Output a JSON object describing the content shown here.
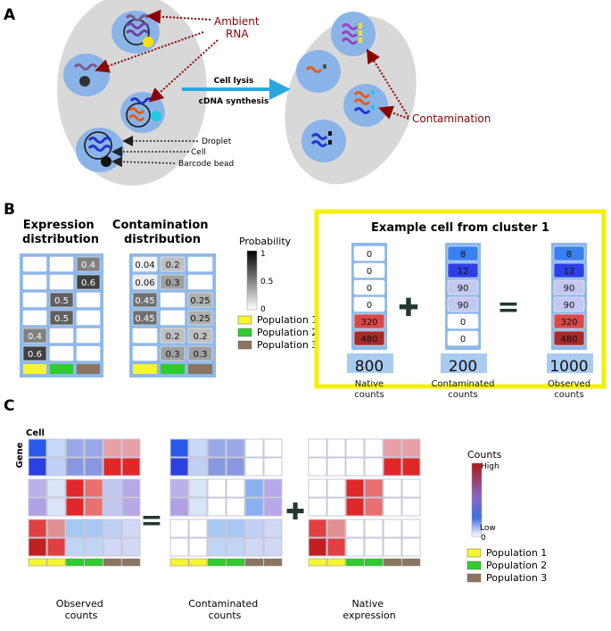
{
  "panelA": {
    "letter": "A",
    "ambient_label": "Ambient\nRNA",
    "lysis_label": "Cell lysis",
    "cdna_label": "cDNA synthesis",
    "contamination_label": "Contamination",
    "droplet_label": "Droplet",
    "cell_label": "Cell",
    "bead_label": "Barcode bead"
  },
  "panelB": {
    "letter": "B",
    "expr_title": "Expression\ndistribution",
    "contam_title": "Contamination\ndistribution",
    "expression_grid": [
      [
        "",
        "",
        "0.4"
      ],
      [
        "",
        "",
        "0.6"
      ],
      [
        "",
        "0.5",
        ""
      ],
      [
        "",
        "0.5",
        ""
      ],
      [
        "0.4",
        "",
        ""
      ],
      [
        "0.6",
        "",
        ""
      ]
    ],
    "contamination_grid": [
      [
        "0.04",
        "0.2",
        ""
      ],
      [
        "0.06",
        "0.3",
        ""
      ],
      [
        "0.45",
        "",
        "0.25"
      ],
      [
        "0.45",
        "",
        "0.25"
      ],
      [
        "",
        "0.2",
        "0.2"
      ],
      [
        "",
        "0.3",
        "0.3"
      ]
    ],
    "probability_legend": {
      "title": "Probability",
      "max": "1",
      "mid": "0.5",
      "min": "0"
    },
    "population_legend": [
      "Population 1",
      "Population 2",
      "Population 3"
    ],
    "population_colors": [
      "#f5f530",
      "#2ecc2e",
      "#8a7560"
    ],
    "example": {
      "title": "Example cell from cluster 1",
      "native": [
        "0",
        "0",
        "0",
        "0",
        "320",
        "480"
      ],
      "contaminated": [
        "8",
        "12",
        "90",
        "90",
        "0",
        "0"
      ],
      "observed": [
        "8",
        "12",
        "90",
        "90",
        "320",
        "480"
      ],
      "native_total": "800",
      "contaminated_total": "200",
      "observed_total": "1000",
      "native_label": "Native\ncounts",
      "contaminated_label": "Contaminated\ncounts",
      "observed_label": "Observed\ncounts",
      "plus": "✚",
      "equals": "="
    }
  },
  "panelC": {
    "letter": "C",
    "cell_label": "Cell",
    "gene_label": "Gene",
    "observed_label": "Observed\ncounts",
    "contaminated_label": "Contaminated\ncounts",
    "native_label": "Native\nexpression",
    "counts_legend": {
      "title": "Counts",
      "high": "High",
      "low": "Low",
      "zero": "0"
    },
    "population_legend": [
      "Population 1",
      "Population 2",
      "Population 3"
    ]
  }
}
